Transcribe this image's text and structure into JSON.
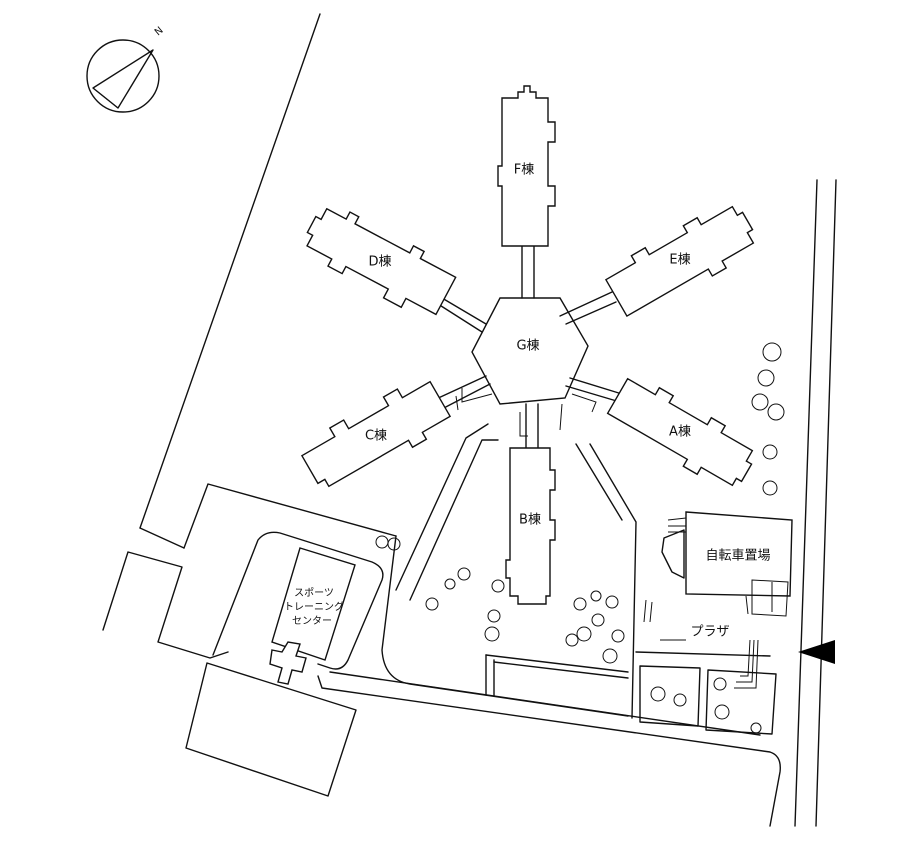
{
  "compass": {
    "north_label": "N"
  },
  "buildings": {
    "F": "F棟",
    "D": "D棟",
    "E": "E棟",
    "G": "G棟",
    "C": "C棟",
    "A": "A棟",
    "B": "B棟"
  },
  "facilities": {
    "bicycle_parking": "自転車置場",
    "plaza": "プラザ",
    "sports_center": [
      "スポーツ",
      "トレーニング",
      "センター"
    ]
  },
  "icons": {
    "compass": "compass-icon",
    "entrance": "entrance-arrow-icon",
    "tree": "tree-icon"
  }
}
